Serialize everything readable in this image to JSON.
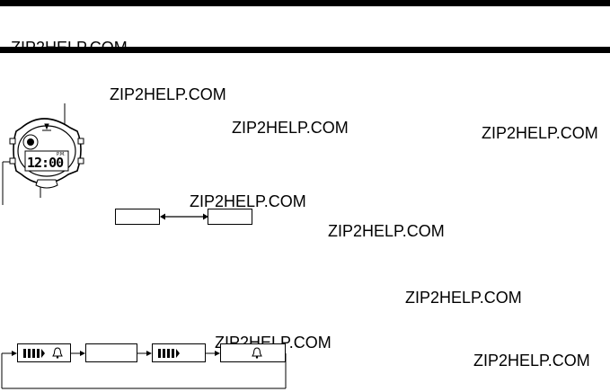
{
  "watermark": "ZIP2HELP.COM",
  "watch": {
    "display_time": "12:00",
    "display_small": "P.M."
  }
}
